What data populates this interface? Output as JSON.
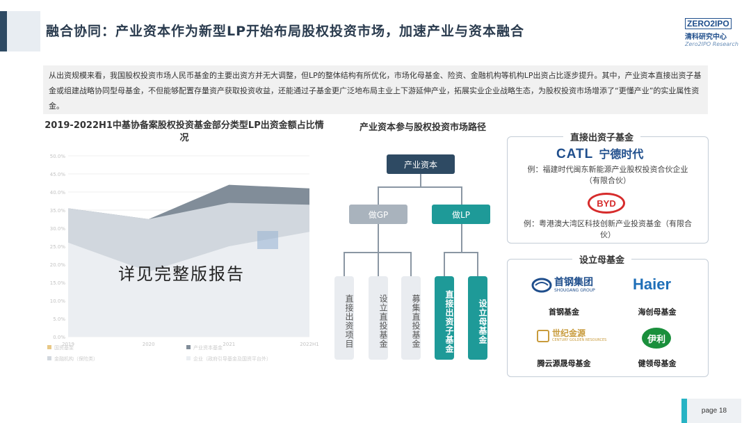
{
  "header": {
    "title": "融合协同：产业资本作为新型LP开始布局股权投资市场，加速产业与资本融合",
    "logo_top": "ZERO2IPO",
    "logo_cn": "清科研究中心",
    "logo_en": "Zero2IPO Research"
  },
  "intro": {
    "text": "从出资规模来看，我国股权投资市场人民币基金的主要出资方并无大调整，但LP的整体结构有所优化，市场化母基金、险资、金融机构等机构LP出资占比逐步提升。其中，产业资本直接出资子基金或组建战略协同型母基金，不但能够配置存量资产获取投资收益，还能通过子基金更广泛地布局主业上下游延伸产业，拓展实业企业战略生态，为股权投资市场增添了“更懂产业”的实业属性资金。"
  },
  "chart": {
    "title": "2019-2022H1中基协备案股权投资基金部分类型LP出资金额占比情况",
    "watermark": "详见完整版报告",
    "legend": [
      "国资基金",
      "产业资本基金",
      "金融机构（保险类）",
      "企业（政府引导基金及国资平台外）"
    ]
  },
  "chart_data": {
    "type": "area",
    "categories": [
      "2019",
      "2020",
      "2021",
      "2022H1"
    ],
    "yticks": [
      "0.0%",
      "5.0%",
      "10.0%",
      "15.0%",
      "20.0%",
      "25.0%",
      "30.0%",
      "35.0%",
      "40.0%",
      "45.0%",
      "50.0%"
    ],
    "ylim": [
      0,
      50
    ],
    "series": [
      {
        "values": [
          35.5,
          32.5,
          42.0,
          41.0
        ],
        "color": "#2f4356"
      },
      {
        "values": [
          35.5,
          32.5,
          37.0,
          36.5
        ],
        "color": "#b3bec9"
      },
      {
        "values": [
          26.0,
          18.0,
          25.0,
          29.0
        ],
        "color": "#dfe4ea"
      }
    ]
  },
  "flow": {
    "title": "产业资本参与股权投资市场路径",
    "root": "产业资本",
    "gp": "做GP",
    "lp": "做LP",
    "gp_children": [
      "直接出资项目",
      "设立直投基金",
      "募集直投基金"
    ],
    "lp_children": [
      "直接出资子基金",
      "设立母基金"
    ]
  },
  "direct": {
    "title": "直接出资子基金",
    "catl_en": "CATL",
    "catl_cn": "宁德时代",
    "catl_example": "例：福建时代闽东新能源产业股权投资合伙企业（有限合伙）",
    "byd_logo": "BYD",
    "byd_example": "例：粤港澳大湾区科技创新产业投资基金（有限合伙）"
  },
  "mother": {
    "title": "设立母基金",
    "brands": [
      {
        "logo": "首钢集团",
        "logo_sub": "SHOUGANG GROUP",
        "caption": "首钢基金"
      },
      {
        "logo": "Haier",
        "caption": "海创母基金"
      },
      {
        "logo": "世纪金源",
        "logo_sub": "CENTURY GOLDEN RESOURCES",
        "caption": "腾云源晟母基金"
      },
      {
        "logo": "伊利",
        "caption": "健领母基金"
      }
    ]
  },
  "footer": {
    "page": "page  18"
  }
}
